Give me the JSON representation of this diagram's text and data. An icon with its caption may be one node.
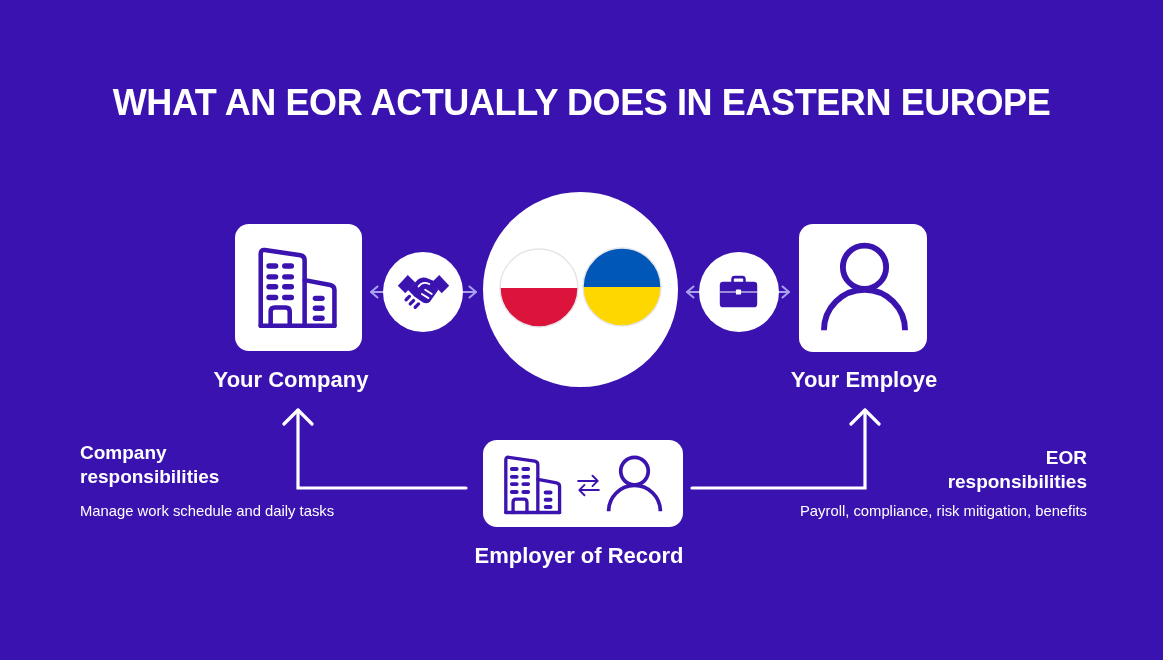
{
  "diagram": {
    "title": "WHAT AN EOR ACTUALLY DOES IN EASTERN EUROPE",
    "nodes": [
      {
        "text": [
          "Your Company"
        ]
      },
      {
        "text": [],
        "shape": "circle"
      },
      {
        "text": [],
        "shape": "circle"
      },
      {
        "text": [],
        "shape": "circle"
      },
      {
        "text": [
          "Your Employe"
        ]
      },
      {
        "text": [
          "Employer of Record"
        ]
      }
    ],
    "edges": [
      {
        "from": 1,
        "to": 0,
        "arrow": "to"
      },
      {
        "from": 1,
        "to": 2,
        "arrow": "to"
      },
      {
        "from": 3,
        "to": 2,
        "arrow": "to"
      },
      {
        "from": 3,
        "to": 4,
        "arrow": "to"
      },
      {
        "from": 5,
        "to": 0,
        "arrow": "to",
        "color": "#ffffff"
      },
      {
        "from": 5,
        "to": 4,
        "arrow": "to",
        "color": "#ffffff"
      }
    ],
    "labels": [
      "Company responsibilities",
      "Manage work schedule and daily tasks",
      "EOR responsibilities",
      "Payroll, compliance, risk mitigation, benefits"
    ]
  }
}
